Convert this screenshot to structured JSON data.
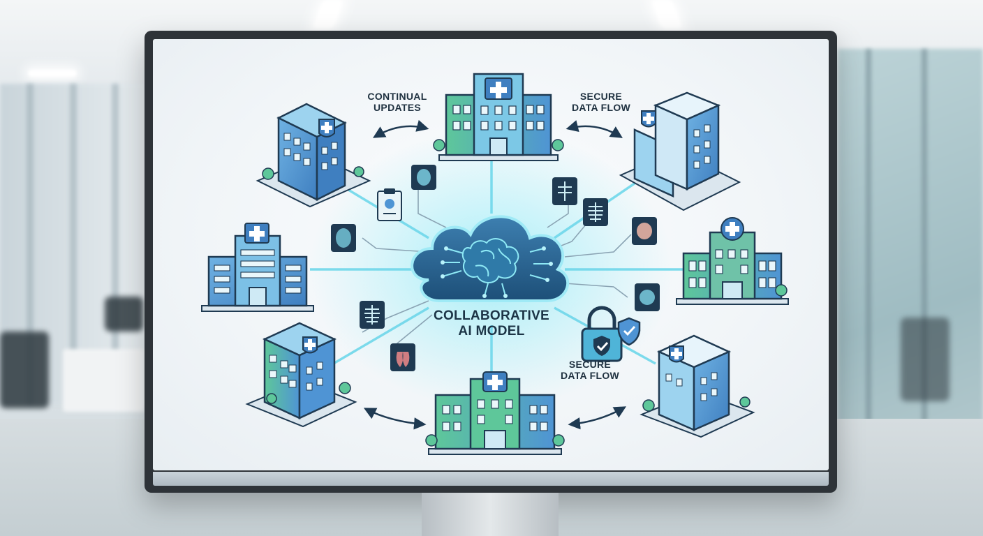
{
  "diagram": {
    "center_label_line1": "COLLABORATIVE",
    "center_label_line2": "AI MODEL",
    "label_continual_line1": "CONTINUAL",
    "label_continual_line2": "UPDATES",
    "label_secure_top_line1": "SECURE",
    "label_secure_top_line2": "DATA FLOW",
    "label_secure_bottom_line1": "SECURE",
    "label_secure_bottom_line2": "DATA FLOW"
  },
  "icons": {
    "center": "brain-cloud-icon",
    "lock": "padlock-icon",
    "shield": "shield-check-icon",
    "hospital": "hospital-building-icon",
    "scan": "medical-scan-icon"
  },
  "colors": {
    "accent_cyan": "#4fd3e6",
    "glow": "#8ee9f5",
    "navy": "#1f3a52",
    "green": "#5ec79a",
    "blue": "#4f94d4"
  }
}
